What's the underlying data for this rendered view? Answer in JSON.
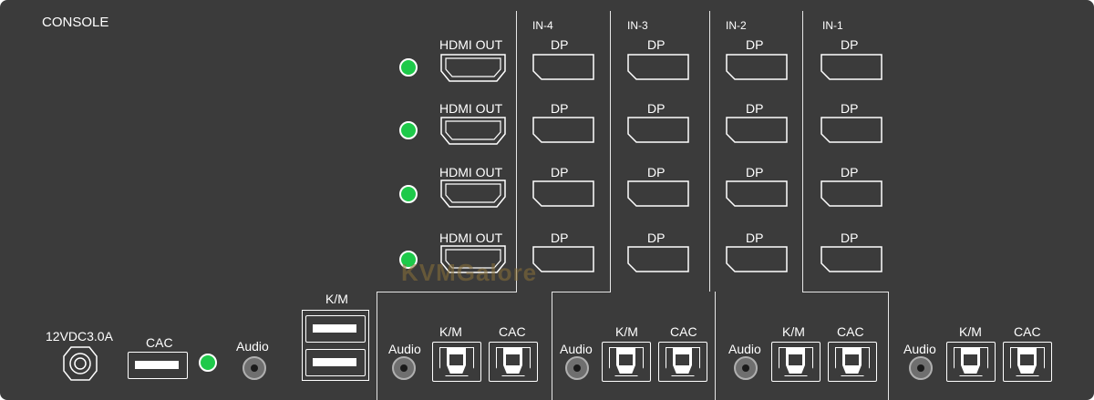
{
  "console_label": "CONSOLE",
  "hdmi_out_label": "HDMI OUT",
  "dp_label": "DP",
  "inputs": [
    {
      "label": "IN-4"
    },
    {
      "label": "IN-3"
    },
    {
      "label": "IN-2"
    },
    {
      "label": "IN-1"
    }
  ],
  "power_label": "12VDC3.0A",
  "cac_label": "CAC",
  "audio_label": "Audio",
  "km_label": "K/M",
  "watermark": "KVMGalore",
  "colors": {
    "panel": "#3b3b3b",
    "led": "#1ec94a",
    "line": "#ffffff"
  }
}
